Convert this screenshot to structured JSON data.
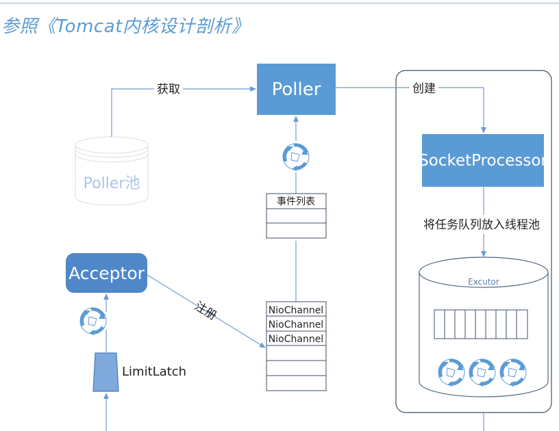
{
  "header": {
    "title": "参照《Tomcat内核设计剖析》"
  },
  "nodes": {
    "poller": "Poller",
    "poller_pool": "Poller池",
    "socket_processor": "SocketProcessor",
    "acceptor": "Acceptor",
    "limit_latch": "LimitLatch",
    "executor": "Excutor"
  },
  "edges": {
    "acquire": "获取",
    "create": "创建",
    "register": "注册",
    "queue_to_pool": "将任务队列放入线程池"
  },
  "event_list": {
    "header": "事件列表",
    "rows": [
      "",
      "",
      ""
    ]
  },
  "channel_queue": {
    "rows": [
      "NioChannel",
      "NioChannel",
      "NioChannel",
      "",
      "",
      "",
      ""
    ]
  },
  "colors": {
    "accent": "#5b9bd5",
    "line": "#6d9bd2",
    "text_dark": "#1f1f1f",
    "pool_text": "#a9c4e8"
  }
}
